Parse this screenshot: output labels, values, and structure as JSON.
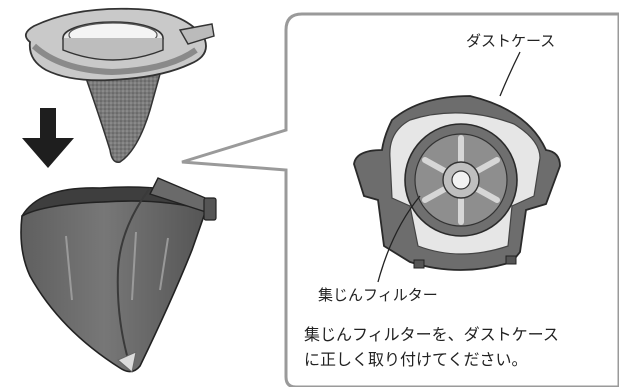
{
  "labels": {
    "dust_case": "ダストケース",
    "dust_filter": "集じんフィルター"
  },
  "note": {
    "line1": "集じんフィルターを、ダストケース",
    "line2": "に正しく取り付けてください。"
  },
  "colors": {
    "dark_gray": "#4a4a4a",
    "mid_gray": "#8a8a8a",
    "light_gray": "#cfcfcf",
    "outline": "#333333"
  }
}
